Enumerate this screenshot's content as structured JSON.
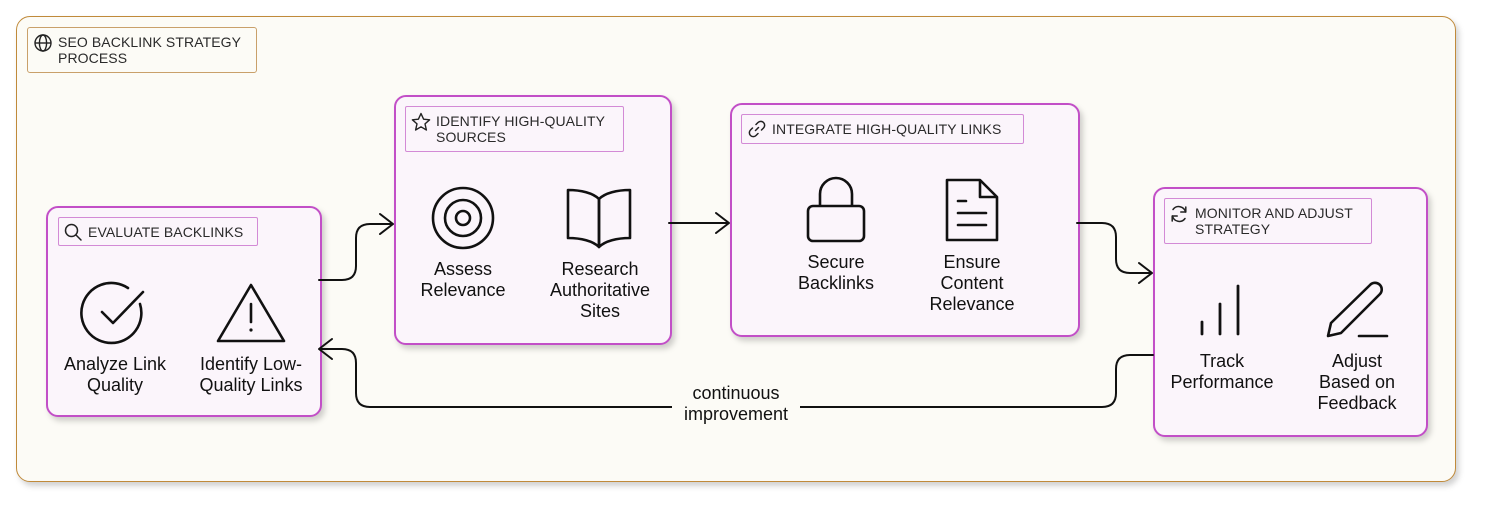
{
  "diagram": {
    "title": "SEO BACKLINK STRATEGY PROCESS",
    "colors": {
      "container_border": "#c08a3a",
      "stage_border": "#c24fc7",
      "stage_fill": "#fbf5fb",
      "edge": "#111111"
    },
    "stages": [
      {
        "title": "EVALUATE BACKLINKS",
        "icon": "search-icon",
        "items": [
          {
            "label": "Analyze Link Quality",
            "icon": "check-circle-icon"
          },
          {
            "label": "Identify Low-Quality Links",
            "icon": "warning-triangle-icon"
          }
        ]
      },
      {
        "title": "IDENTIFY HIGH-QUALITY SOURCES",
        "icon": "star-icon",
        "items": [
          {
            "label": "Assess Relevance",
            "icon": "target-icon"
          },
          {
            "label": "Research Authoritative Sites",
            "icon": "open-book-icon"
          }
        ]
      },
      {
        "title": "INTEGRATE HIGH-QUALITY LINKS",
        "icon": "link-icon",
        "items": [
          {
            "label": "Secure Backlinks",
            "icon": "lock-icon"
          },
          {
            "label": "Ensure Content Relevance",
            "icon": "document-icon"
          }
        ]
      },
      {
        "title": "MONITOR AND ADJUST STRATEGY",
        "icon": "refresh-icon",
        "items": [
          {
            "label": "Track Performance",
            "icon": "bar-chart-icon"
          },
          {
            "label": "Adjust Based on Feedback",
            "icon": "pen-icon"
          }
        ]
      }
    ],
    "feedback_edge_label": "continuous improvement"
  }
}
